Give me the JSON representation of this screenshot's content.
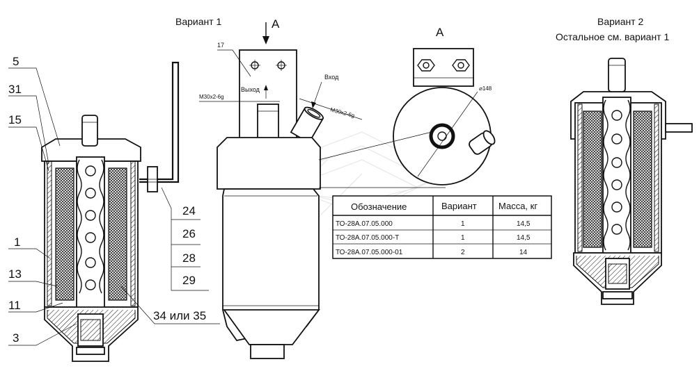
{
  "titles": {
    "variant1": "Вариант 1",
    "variant2": "Вариант 2",
    "variant2_note": "Остальное см. вариант 1",
    "view_arrow": "A",
    "view_label": "A"
  },
  "center_view": {
    "outlet_label": "Выход",
    "inlet_label": "Вход",
    "thread_left": "M30x2-6g",
    "thread_right": "M30x2-6g",
    "callout": "17"
  },
  "top_view": {
    "diameter": "⌀148"
  },
  "left_callouts": [
    "5",
    "31",
    "15",
    "1",
    "13",
    "11",
    "3"
  ],
  "right_callouts": [
    "24",
    "26",
    "28",
    "29"
  ],
  "bottom_callout": "34 или 35",
  "table": {
    "headers": [
      "Обозначение",
      "Вариант",
      "Масса, кг"
    ],
    "rows": [
      [
        "ТО-28А.07.05.000",
        "1",
        "14,5"
      ],
      [
        "ТО-28А.07.05.000-Т",
        "1",
        "14,5"
      ],
      [
        "ТО-28А.07.05.000-01",
        "2",
        "14"
      ]
    ]
  }
}
